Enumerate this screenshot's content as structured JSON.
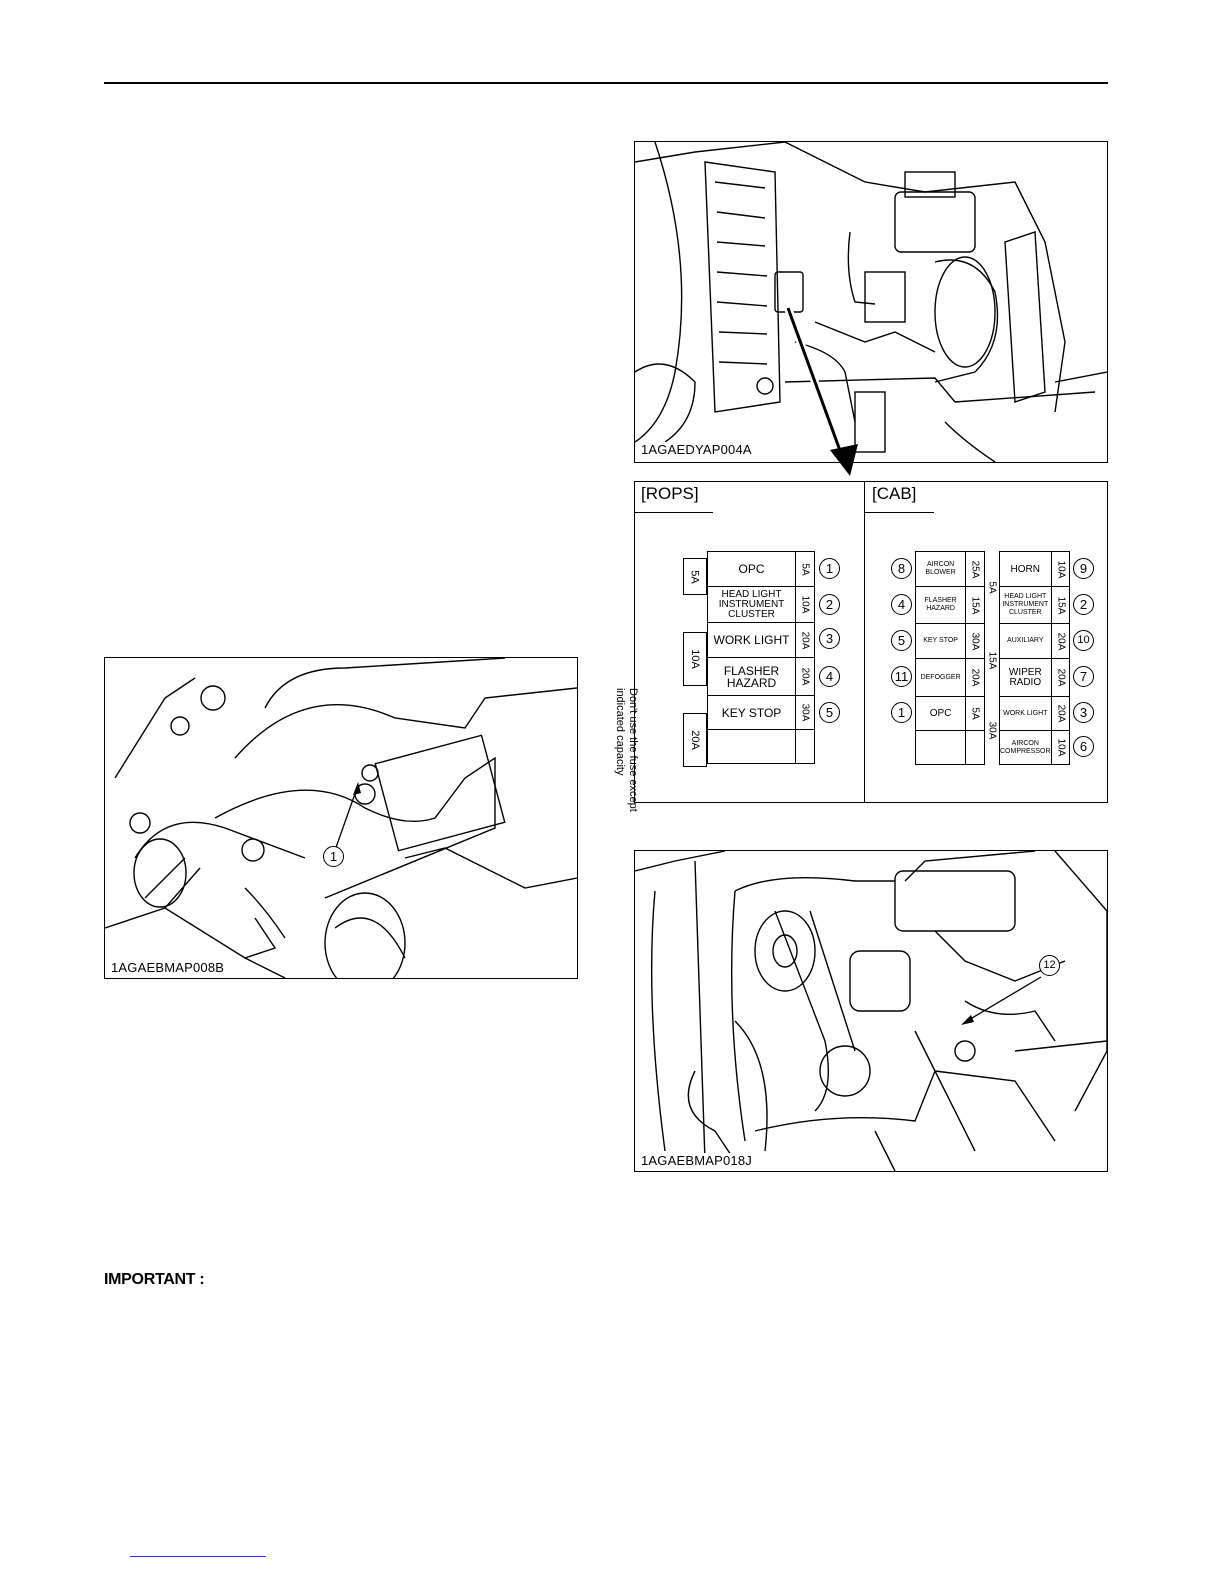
{
  "figures": {
    "top_right": {
      "label": "1AGAEDYAP004A"
    },
    "left": {
      "label": "1AGAEBMAP008B",
      "callout": "1"
    },
    "bottom_right": {
      "label": "1AGAEBMAP018J",
      "callout": "12"
    }
  },
  "fuse_panel": {
    "rops": {
      "header": "[ROPS]",
      "note": "Don't use the fuse except indicated capacity",
      "spares": [
        "5A",
        "10A",
        "20A"
      ],
      "rows": [
        {
          "name": "OPC",
          "amp": "5A",
          "num": "1"
        },
        {
          "name": "HEAD LIGHT INSTRUMENT CLUSTER",
          "amp": "10A",
          "num": "2"
        },
        {
          "name": "WORK LIGHT",
          "amp": "20A",
          "num": "3"
        },
        {
          "name": "FLASHER HAZARD",
          "amp": "20A",
          "num": "4"
        },
        {
          "name": "KEY STOP",
          "amp": "30A",
          "num": "5"
        }
      ]
    },
    "cab": {
      "header": "[CAB]",
      "spares": [
        "5A",
        "15A",
        "30A"
      ],
      "left_rows": [
        {
          "num": "8",
          "name": "AIRCON BLOWER",
          "amp": "25A"
        },
        {
          "num": "4",
          "name": "FLASHER HAZARD",
          "amp": "15A"
        },
        {
          "num": "5",
          "name": "KEY STOP",
          "amp": "30A"
        },
        {
          "num": "11",
          "name": "DEFOGGER",
          "amp": "20A"
        },
        {
          "num": "1",
          "name": "OPC",
          "amp": "5A"
        }
      ],
      "right_rows": [
        {
          "name": "HORN",
          "amp": "10A",
          "num": "9"
        },
        {
          "name": "HEAD LIGHT INSTRUMENT CLUSTER",
          "amp": "15A",
          "num": "2"
        },
        {
          "name": "AUXILIARY",
          "amp": "20A",
          "num": "10"
        },
        {
          "name": "WIPER RADIO",
          "amp": "20A",
          "num": "7"
        },
        {
          "name": "WORK LIGHT",
          "amp": "20A",
          "num": "3"
        },
        {
          "name": "AIRCON COMPRESSOR",
          "amp": "10A",
          "num": "6"
        }
      ]
    }
  },
  "important_label": "IMPORTANT :"
}
